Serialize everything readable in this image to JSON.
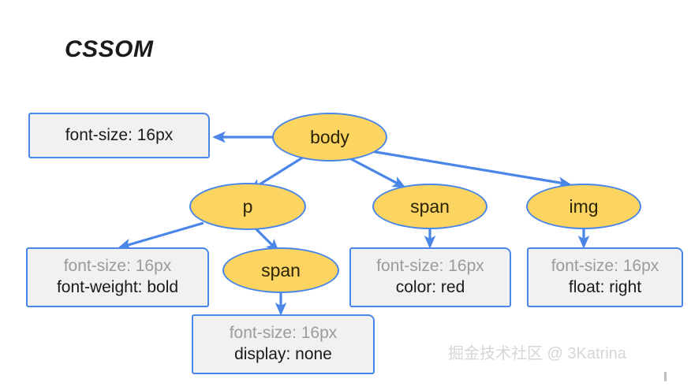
{
  "page": {
    "title": "CSSOM",
    "background_color": "#ffffff",
    "node_fill": "#fcd462",
    "node_stroke": "#4a86e8",
    "box_fill": "#f1f1f1",
    "box_stroke": "#4a86e8",
    "inherited_text_color": "#9b9b9b",
    "own_text_color": "#1a1a1a",
    "edge_color": "#4a86e8"
  },
  "nodes": [
    {
      "id": "body",
      "label": "body"
    },
    {
      "id": "p",
      "label": "p"
    },
    {
      "id": "span_top",
      "label": "span"
    },
    {
      "id": "img",
      "label": "img"
    },
    {
      "id": "span_nested",
      "label": "span"
    }
  ],
  "boxes": [
    {
      "id": "body-props",
      "owner": "body",
      "lines": [
        {
          "text": "font-size: 16px",
          "style": "own"
        }
      ]
    },
    {
      "id": "p-props",
      "owner": "p",
      "lines": [
        {
          "text": "font-size: 16px",
          "style": "inherited"
        },
        {
          "text": "font-weight: bold",
          "style": "own"
        }
      ]
    },
    {
      "id": "span-nested-props",
      "owner": "span_nested",
      "lines": [
        {
          "text": "font-size: 16px",
          "style": "inherited"
        },
        {
          "text": "display: none",
          "style": "own"
        }
      ]
    },
    {
      "id": "span-top-props",
      "owner": "span_top",
      "lines": [
        {
          "text": "font-size: 16px",
          "style": "inherited"
        },
        {
          "text": "color: red",
          "style": "own"
        }
      ]
    },
    {
      "id": "img-props",
      "owner": "img",
      "lines": [
        {
          "text": "font-size: 16px",
          "style": "inherited"
        },
        {
          "text": "float: right",
          "style": "own"
        }
      ]
    }
  ],
  "edges": [
    {
      "from": "body",
      "to": "body-props"
    },
    {
      "from": "body",
      "to": "p"
    },
    {
      "from": "body",
      "to": "span_top"
    },
    {
      "from": "body",
      "to": "img"
    },
    {
      "from": "p",
      "to": "p-props"
    },
    {
      "from": "p",
      "to": "span_nested"
    },
    {
      "from": "span_nested",
      "to": "span-nested-props"
    },
    {
      "from": "span_top",
      "to": "span-top-props"
    },
    {
      "from": "img",
      "to": "img-props"
    }
  ],
  "watermark": {
    "text": "掘金技术社区 @ 3Katrina"
  }
}
